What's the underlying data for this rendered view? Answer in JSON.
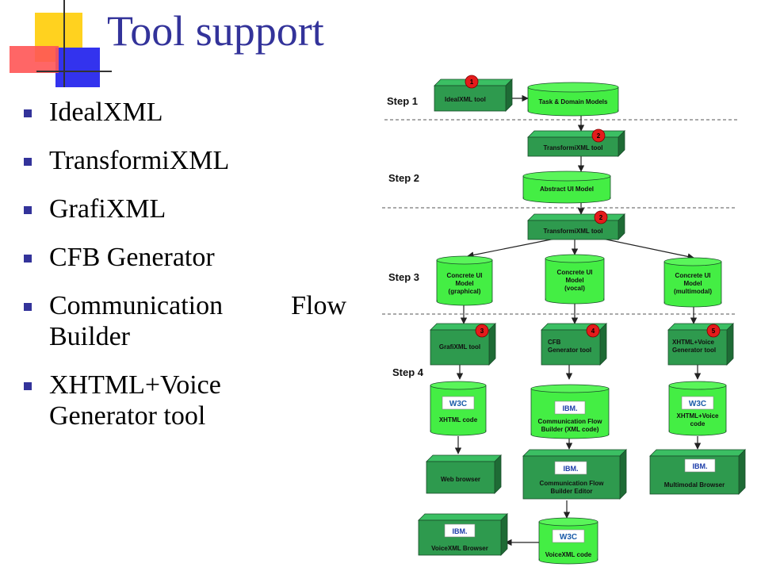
{
  "slide": {
    "title": "Tool support",
    "bullets": [
      "IdealXML",
      "TransformiXML",
      "GrafiXML",
      "CFB Generator",
      "Communication Flow Builder",
      "XHTML+Voice Generator tool"
    ]
  },
  "colors": {
    "title": "#33339a",
    "box_front": "#2e9a4e",
    "box_top": "#3bbf63",
    "box_side": "#1e6b35",
    "cyl": "#44ee44",
    "badge": "#e51b1b"
  },
  "diagram": {
    "steps": [
      "Step 1",
      "Step 2",
      "Step 3",
      "Step 4"
    ],
    "badges": [
      "1",
      "2",
      "2",
      "3",
      "4",
      "5"
    ],
    "nodes": {
      "idealxml_tool": "IdealXML tool",
      "task_domain": "Task & Domain Models",
      "transformixml_1": "TransformiXML tool",
      "abstract_ui": "Abstract UI Model",
      "transformixml_2": "TransformiXML tool",
      "cui_graphical": [
        "Concrete UI",
        "Model",
        "(graphical)"
      ],
      "cui_vocal": [
        "Concrete UI",
        "Model",
        "(vocal)"
      ],
      "cui_multimodal": [
        "Concrete UI",
        "Model",
        "(multimodal)"
      ],
      "grafixml": "GrafiXML tool",
      "cfb_gen": [
        "CFB",
        "Generator tool"
      ],
      "xhtmlv_gen": [
        "XHTML+Voice",
        "Generator tool"
      ],
      "xhtml_code": "XHTML code",
      "cfb_code": [
        "Communication Flow",
        "Builder (XML code)"
      ],
      "xv_code": [
        "XHTML+Voice",
        "code"
      ],
      "web_browser": "Web browser",
      "cfb_editor": [
        "Communication Flow",
        "Builder  Editor"
      ],
      "mm_browser": "Multimodal Browser",
      "vxml_browser": "VoiceXML Browser",
      "vxml_code": "VoiceXML code"
    },
    "logos": {
      "w3c": "W3C",
      "ibm": "IBM."
    }
  }
}
